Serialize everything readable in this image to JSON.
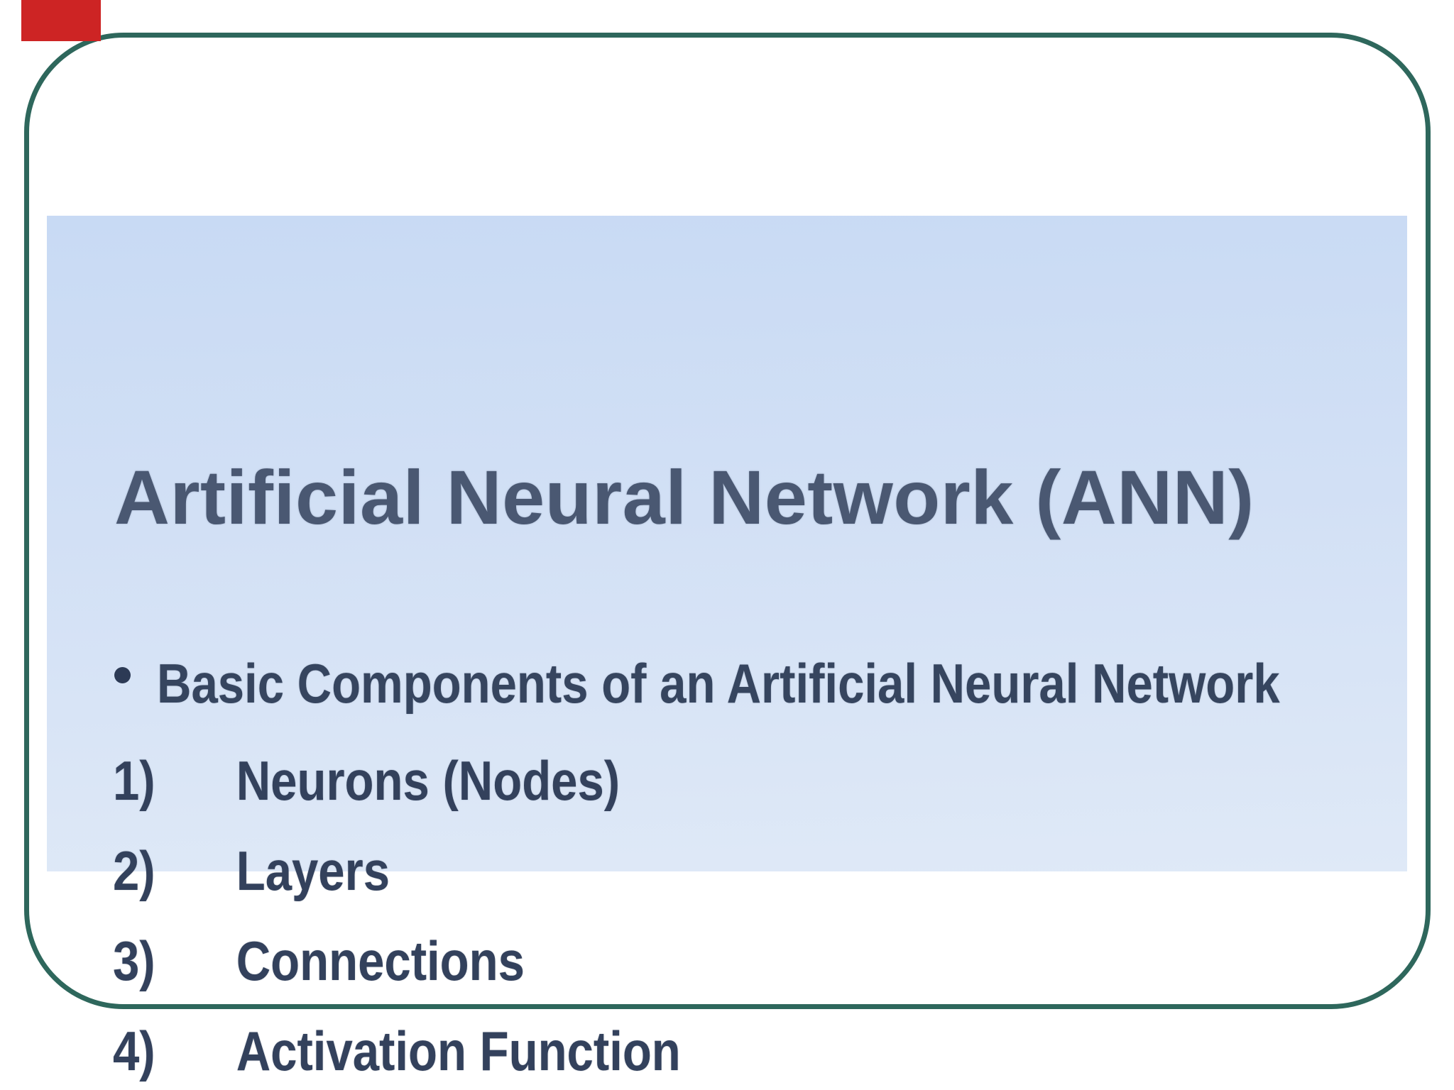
{
  "page": {
    "background_color": "#ffffff",
    "frame_border_color": "#2e675c",
    "marker_color": "#cd2424"
  },
  "slide": {
    "background_top_color": "#c8daf4",
    "background_bottom_color": "#dfe9f7",
    "title": "Artificial Neural Network (ANN)",
    "title_color": "#4a5872",
    "body_text_color": "#33415c",
    "bullet": {
      "label": "Basic Components of an Artificial Neural Network"
    },
    "items": [
      {
        "number": "1)",
        "label": "Neurons (Nodes)"
      },
      {
        "number": "2)",
        "label": "Layers"
      },
      {
        "number": "3)",
        "label": "Connections"
      },
      {
        "number": "4)",
        "label": "Activation Function"
      }
    ]
  }
}
